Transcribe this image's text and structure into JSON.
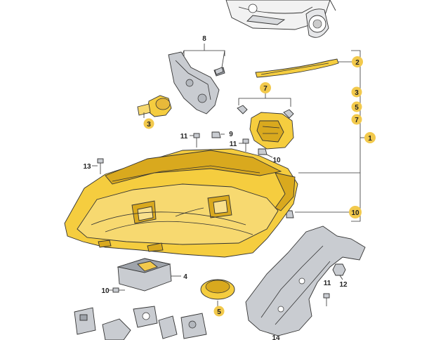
{
  "diagram": {
    "callouts": [
      {
        "id": "c1",
        "text": "1",
        "badge": true
      },
      {
        "id": "c2",
        "text": "2",
        "badge": true
      },
      {
        "id": "c3a",
        "text": "3",
        "badge": true
      },
      {
        "id": "c3b",
        "text": "3",
        "badge": true
      },
      {
        "id": "c4",
        "text": "4",
        "badge": false
      },
      {
        "id": "c5a",
        "text": "5",
        "badge": true
      },
      {
        "id": "c5b",
        "text": "5",
        "badge": true
      },
      {
        "id": "c7a",
        "text": "7",
        "badge": true
      },
      {
        "id": "c7b",
        "text": "7",
        "badge": true
      },
      {
        "id": "c8",
        "text": "8",
        "badge": false
      },
      {
        "id": "c9",
        "text": "9",
        "badge": false
      },
      {
        "id": "c10a",
        "text": "10",
        "badge": false
      },
      {
        "id": "c10b",
        "text": "10",
        "badge": false
      },
      {
        "id": "c10c",
        "text": "10",
        "badge": true
      },
      {
        "id": "c11a",
        "text": "11",
        "badge": false
      },
      {
        "id": "c11b",
        "text": "11",
        "badge": false
      },
      {
        "id": "c11c",
        "text": "11",
        "badge": false
      },
      {
        "id": "c12",
        "text": "12",
        "badge": false
      },
      {
        "id": "c13",
        "text": "13",
        "badge": false
      },
      {
        "id": "c14",
        "text": "14",
        "badge": false
      }
    ],
    "colors": {
      "badge": "#f2c94c",
      "highlight": "#f5cd3f",
      "part_grey": "#c9ccd1",
      "line": "#333333"
    }
  }
}
